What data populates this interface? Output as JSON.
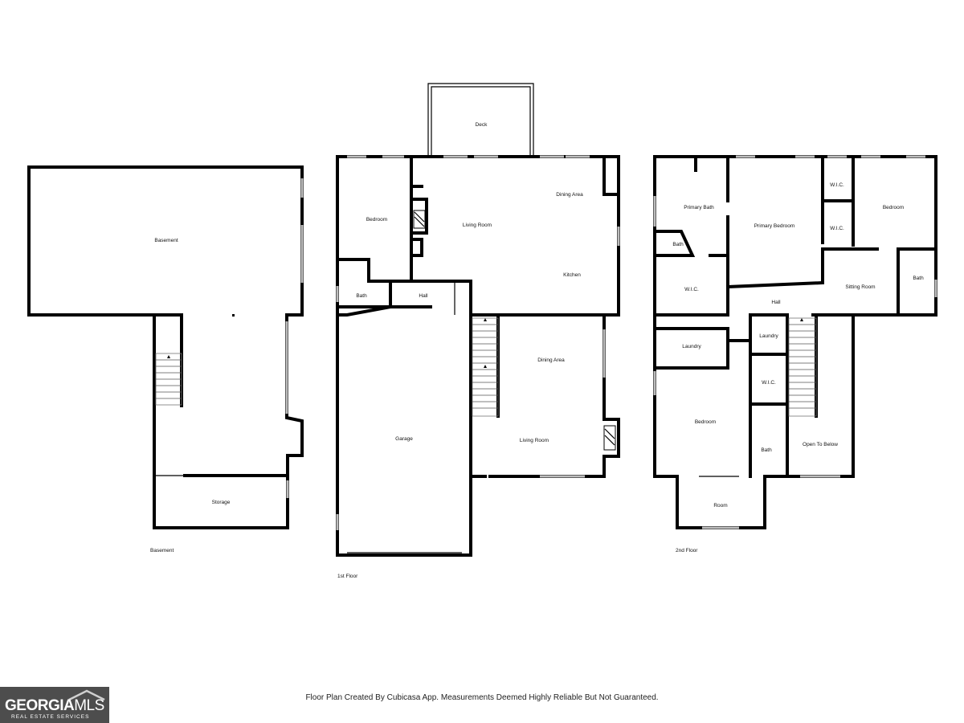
{
  "floors": {
    "basement": {
      "label": "Basement",
      "rooms": {
        "basement": "Basement",
        "storage": "Storage"
      }
    },
    "first": {
      "label": "1st Floor",
      "rooms": {
        "deck": "Deck",
        "bedroom": "Bedroom",
        "living_room": "Living Room",
        "dining_area": "Dining Area",
        "kitchen": "Kitchen",
        "bath": "Bath",
        "hall": "Hall",
        "garage": "Garage",
        "dining_area_2": "Dining Area",
        "living_room_2": "Living Room"
      }
    },
    "second": {
      "label": "2nd Floor",
      "rooms": {
        "primary_bath": "Primary Bath",
        "primary_bedroom": "Primary Bedroom",
        "wic_1": "W.I.C.",
        "wic_2": "W.I.C.",
        "bedroom": "Bedroom",
        "bath_small": "Bath",
        "wic_3": "W.I.C.",
        "sitting_room": "Sitting Room",
        "bath_right": "Bath",
        "hall": "Hall",
        "laundry": "Laundry",
        "laundry_2": "Laundry",
        "wic_4": "W.I.C.",
        "bedroom_2": "Bedroom",
        "bath_2": "Bath",
        "open_to_below": "Open To Below",
        "room": "Room"
      }
    }
  },
  "footer_note": "Floor Plan Created By Cubicasa App. Measurements Deemed Highly Reliable But Not Guaranteed.",
  "logo": {
    "text_bold": "GEORGIA",
    "text_light": "MLS",
    "subtitle": "REAL ESTATE SERVICES",
    "bg_color": "#4d4d4d"
  }
}
